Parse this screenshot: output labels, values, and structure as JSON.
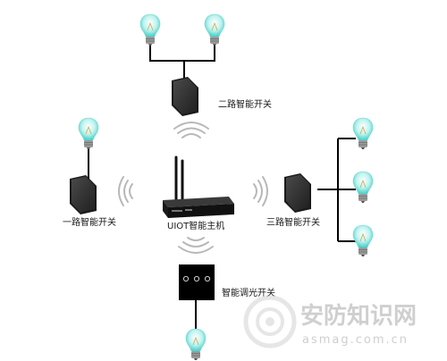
{
  "nodes": {
    "hub": "UIOT智能主机",
    "one_gang": "一路智能开关",
    "two_gang": "二路智能开关",
    "three_gang": "三路智能开关",
    "dimmer": "智能调光开关"
  },
  "watermark": {
    "title": "安防知识网",
    "url": "asmag.com.cn"
  },
  "colors": {
    "bulb_glow": "#3fd0c8",
    "bulb_base": "#9a9a9a",
    "device_panel": "#2e2e2e",
    "wire": "#000000",
    "wave": "#b8b8b8"
  }
}
